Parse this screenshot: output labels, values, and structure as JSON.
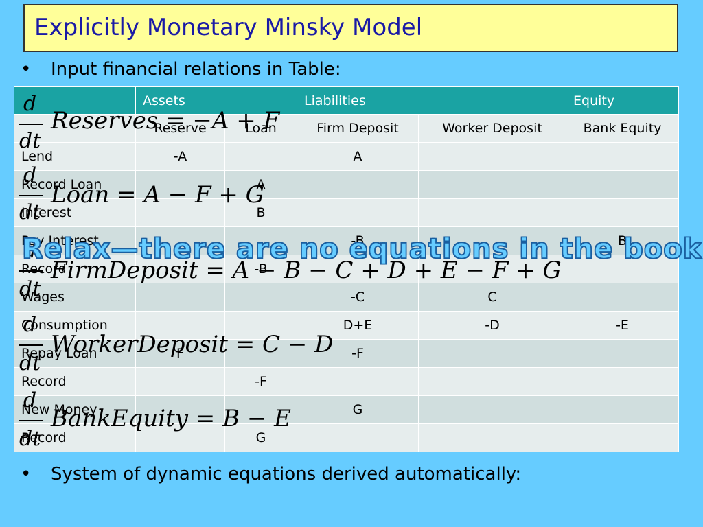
{
  "slide": {
    "title": "Explicitly Monetary Minsky Model",
    "bullet_1": "Input financial relations in Table:",
    "bullet_2": "System of dynamic equations derived automatically:",
    "bullet_symbol": "•",
    "overlay_note": "Relax—there are no equations in the book…"
  },
  "table": {
    "groups": [
      {
        "label": "",
        "span": 1
      },
      {
        "label": "Assets",
        "span": 2
      },
      {
        "label": "Liabilities",
        "span": 2
      },
      {
        "label": "Equity",
        "span": 1
      }
    ],
    "columns": [
      "",
      "Reserve",
      "Loan",
      "Firm Deposit",
      "Worker Deposit",
      "Bank Equity"
    ],
    "rows": [
      [
        "Lend",
        "-A",
        "",
        "A",
        "",
        ""
      ],
      [
        "Record Loan",
        "",
        "A",
        "",
        "",
        ""
      ],
      [
        "Interest",
        "",
        "B",
        "",
        "",
        ""
      ],
      [
        "Pay Interest",
        "",
        "",
        "-B",
        "",
        "B"
      ],
      [
        "Record",
        "",
        "-B",
        "",
        "",
        ""
      ],
      [
        "Wages",
        "",
        "",
        "-C",
        "C",
        ""
      ],
      [
        "Consumption",
        "",
        "",
        "D+E",
        "-D",
        "-E"
      ],
      [
        "Repay Loan",
        "F",
        "",
        "-F",
        "",
        ""
      ],
      [
        "Record",
        "",
        "-F",
        "",
        "",
        ""
      ],
      [
        "New Money",
        "",
        "",
        "G",
        "",
        ""
      ],
      [
        "Record",
        "",
        "G",
        "",
        "",
        ""
      ]
    ]
  },
  "equations": {
    "d": "d",
    "dt": "dt",
    "eq1": "Reserves = −A + F",
    "eq2": "Loan = A − F + G",
    "eq3": "FirmDeposit = A − B − C + D + E − F + G",
    "eq4": "WorkerDeposit = C − D",
    "eq5": "BankEquity = B − E"
  }
}
